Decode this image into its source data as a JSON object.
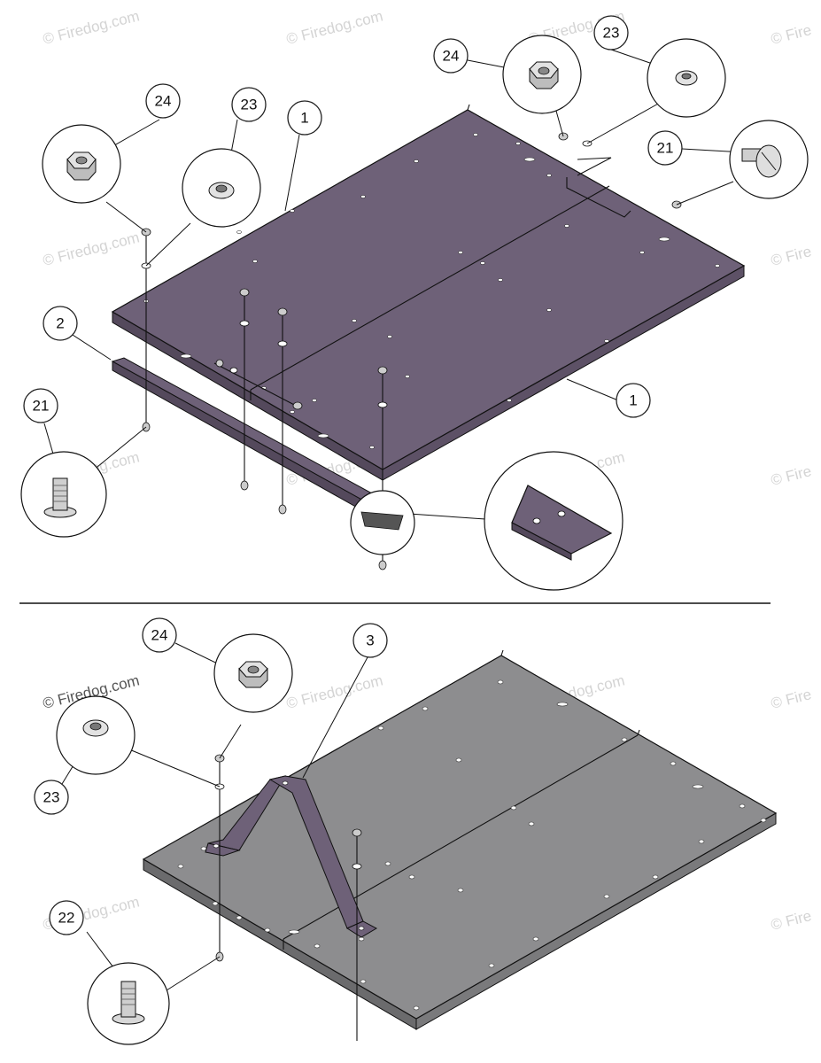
{
  "watermark": {
    "text": "© Firedog.com",
    "partial_text": "© Fire"
  },
  "callouts": {
    "c24_top_left": "24",
    "c23_top_left": "23",
    "c1_top": "1",
    "c24_top_right": "24",
    "c23_top_right": "23",
    "c21_right": "21",
    "c2": "2",
    "c21_left": "21",
    "c1_bottom": "1",
    "c24_lower": "24",
    "c3": "3",
    "c23_lower": "23",
    "c22": "22"
  },
  "colors": {
    "upper_panel": "#6e6178",
    "upper_panel_dark": "#54495c",
    "lower_panel": "#8d8d8f",
    "lower_panel_dark": "#6b6b6d",
    "bracket": "#6e6178"
  }
}
